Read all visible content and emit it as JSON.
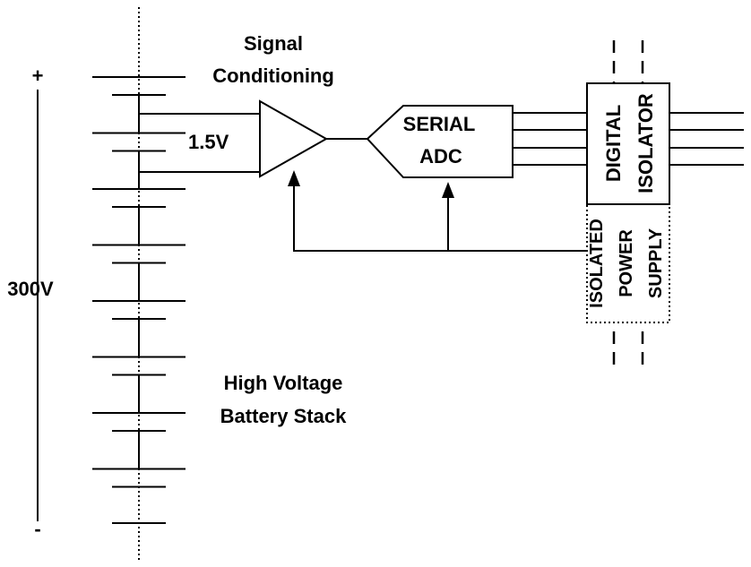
{
  "labels": {
    "plus": "+",
    "minus": "-",
    "total_voltage": "300V",
    "cell_voltage": "1.5V",
    "signal_conditioning_line1": "Signal",
    "signal_conditioning_line2": "Conditioning",
    "serial_adc_line1": "SERIAL",
    "serial_adc_line2": "ADC",
    "digital_isolator_line1": "DIGITAL",
    "digital_isolator_line2": "ISOLATOR",
    "isolated_power_supply_line1": "ISOLATED",
    "isolated_power_supply_line2": "POWER",
    "isolated_power_supply_line3": "SUPPLY",
    "battery_stack_line1": "High Voltage",
    "battery_stack_line2": "Battery Stack"
  },
  "battery": {
    "cell_count": 8
  }
}
